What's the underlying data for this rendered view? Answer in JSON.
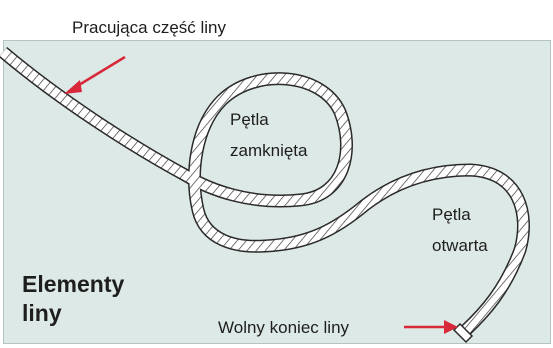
{
  "labels": {
    "working_part": "Pracująca część liny",
    "closed_loop_l1": "Pętla",
    "closed_loop_l2": "zamknięta",
    "open_loop_l1": "Pętla",
    "open_loop_l2": "otwarta",
    "free_end": "Wolny koniec liny"
  },
  "title": {
    "line1": "Elementy",
    "line2": "liny"
  },
  "colors": {
    "panel_bg": "#dde9e6",
    "arrow": "#d8283a",
    "rope_outline": "#2a2a2a",
    "rope_fill": "#ffffff"
  }
}
